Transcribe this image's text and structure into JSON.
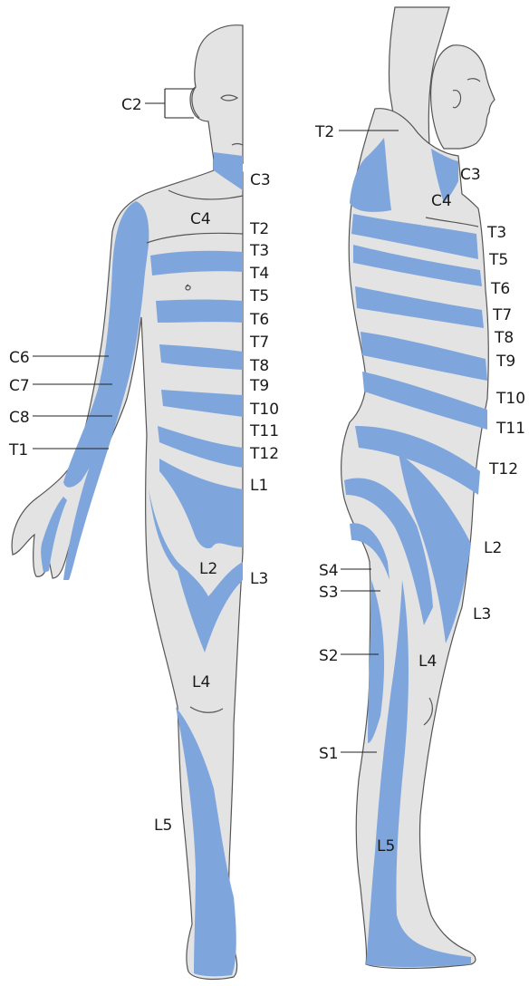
{
  "colors": {
    "dermatome_blue": "#7fa6dc",
    "skin_gray": "#e3e3e4",
    "outline": "#555555"
  },
  "front_view": {
    "labels": {
      "c2": "C2",
      "c3": "C3",
      "c4": "C4",
      "t2": "T2",
      "t3": "T3",
      "t4": "T4",
      "t5": "T5",
      "t6": "T6",
      "t7": "T7",
      "t8": "T8",
      "t9": "T9",
      "t10": "T10",
      "t11": "T11",
      "t12": "T12",
      "l1": "L1",
      "l2": "L2",
      "l3": "L3",
      "l4": "L4",
      "l5": "L5",
      "c6": "C6",
      "c7": "C7",
      "c8": "C8",
      "t1": "T1"
    }
  },
  "side_view": {
    "labels": {
      "t2": "T2",
      "c3": "C3",
      "c4": "C4",
      "t3": "T3",
      "t5": "T5",
      "t6": "T6",
      "t7": "T7",
      "t8": "T8",
      "t9": "T9",
      "t10": "T10",
      "t11": "T11",
      "t12": "T12",
      "l2": "L2",
      "l3": "L3",
      "l4": "L4",
      "l5": "L5",
      "s1": "S1",
      "s2": "S2",
      "s3": "S3",
      "s4": "S4"
    }
  }
}
